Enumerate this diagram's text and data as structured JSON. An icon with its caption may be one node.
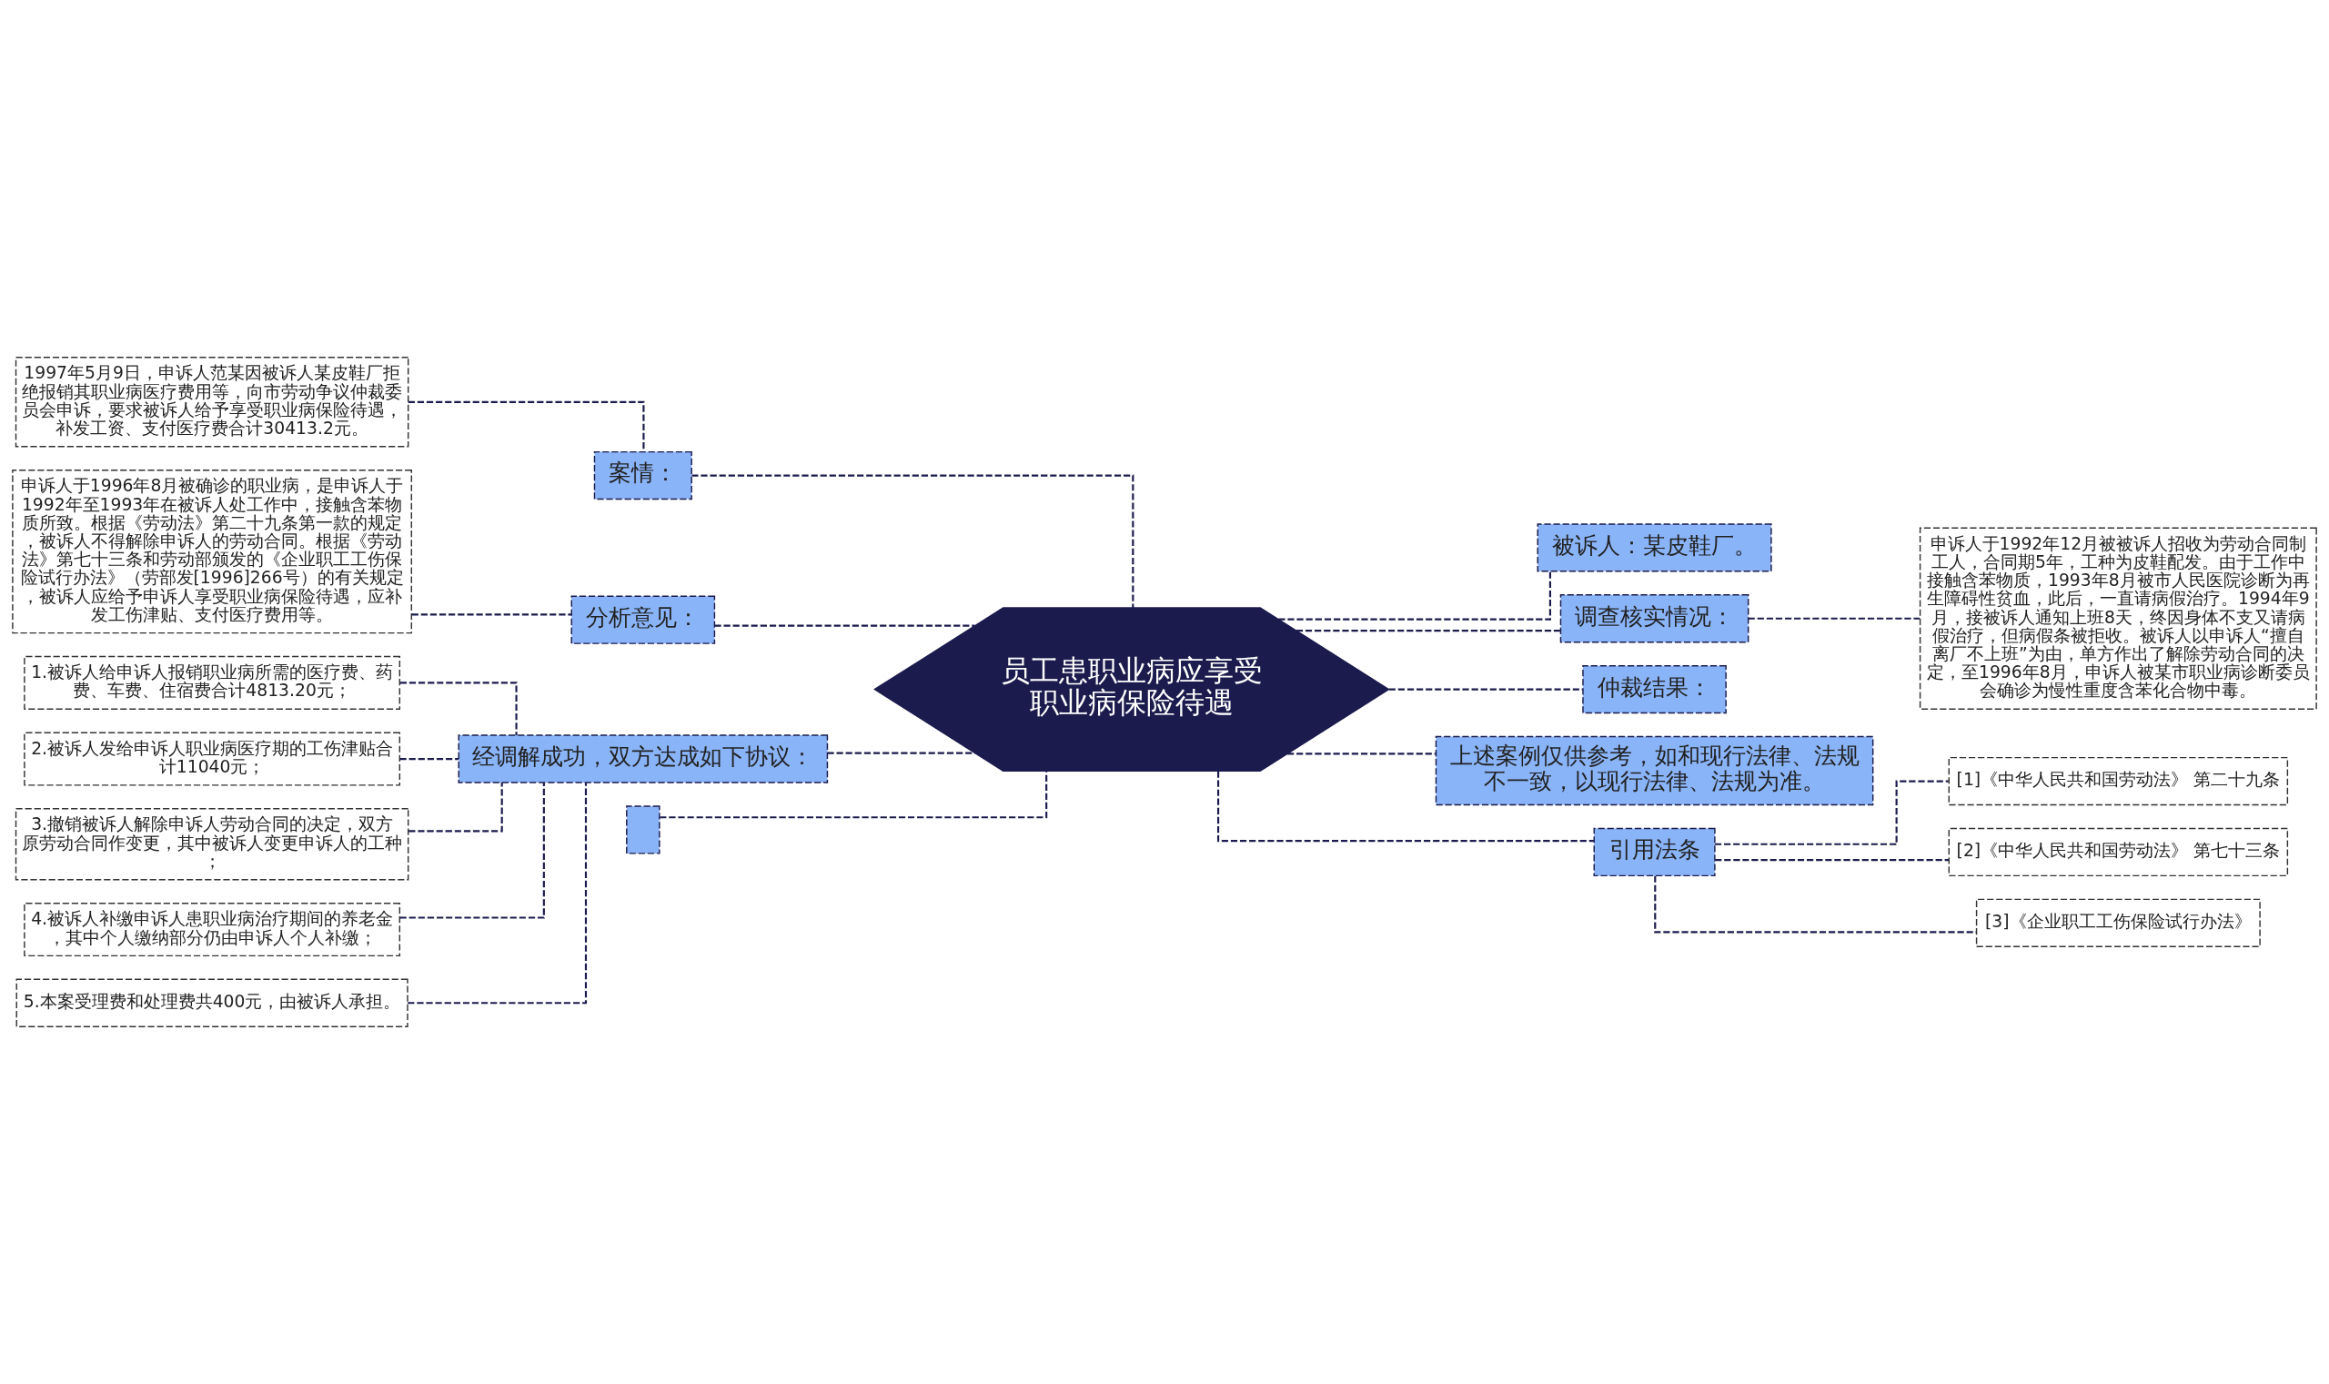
{
  "diagram": {
    "nodes": [
      {
        "text": [
          "员工患职业病应享受职业病保险待遇"
        ]
      },
      {
        "text": [
          "案情："
        ]
      },
      {
        "text": [
          "1997年5月9日，申诉人范某因被诉人某皮鞋厂拒绝报销其职业病医疗费用等，向市劳动争议仲裁委员会申诉，要求被诉人给予享受职业病保险待遇，补发工资、支付医疗费合计30413.2元。"
        ]
      },
      {
        "text": [
          "分析意见："
        ]
      },
      {
        "text": [
          "申诉人于1996年8月被确诊的职业病，是申诉人于1992年至1993年在被诉人处工作中，接触含苯物质所致。根据《劳动法》第二十九条第一款的规定，被诉人不得解除申诉人的劳动合同。根据《劳动法》第七十三条和劳动部颁发的《企业职工工伤保险试行办法》（劳部发[1996]266号）的有关规定，被诉人应给予申诉人享受职业病保险待遇，应补发工伤津贴、支付医疗费用等。"
        ]
      },
      {
        "text": [
          "经调解成功，双方达成如下协议："
        ]
      },
      {
        "text": [
          "1.被诉人给申诉人报销职业病所需的医疗费、药费、车费、住宿费合计4813.20元；"
        ]
      },
      {
        "text": [
          "2.被诉人发给申诉人职业病医疗期的工伤津贴合计11040元；"
        ]
      },
      {
        "text": [
          "3.撤销被诉人解除申诉人劳动合同的决定，双方原劳动合同作变更，其中被诉人变更申诉人的工种；"
        ]
      },
      {
        "text": [
          "4.被诉人补缴申诉人患职业病治疗期间的养老金，其中个人缴纳部分仍由申诉人个人补缴；"
        ]
      },
      {
        "text": [
          "5.本案受理费和处理费共400元，由被诉人承担。"
        ]
      },
      {
        "text": [],
        "shape": "box"
      },
      {
        "text": [
          "被诉人：某皮鞋厂。"
        ]
      },
      {
        "text": [
          "调查核实情况："
        ]
      },
      {
        "text": [
          "申诉人于1992年12月被被诉人招收为劳动合同制工人，合同期5年，工种为皮鞋配发。由于工作中接触含苯物质，1993年8月被市人民医院诊断为再生障碍性贫血，此后，一直请病假治疗。1994年9月，接被诉人通知上班8天，终因身体不支又请病假治疗，但病假条被拒收。被诉人以申诉人“擅自离厂不上班”为由，单方作出了解除劳动合同的决定，至1996年8月，申诉人被某市职业病诊断委员会确诊为慢性重度含苯化合物中毒。"
        ]
      },
      {
        "text": [
          "仲裁结果："
        ]
      },
      {
        "text": [
          "上述案例仅供参考，如和现行法律、法规不一致，以现行法律、法规为准。"
        ]
      },
      {
        "text": [
          "引用法条"
        ]
      },
      {
        "text": [
          "[1]《中华人民共和国劳动法》 第二十九条"
        ]
      },
      {
        "text": [
          "[2]《中华人民共和国劳动法》 第七十三条"
        ]
      },
      {
        "text": [
          "[3]《企业职工工伤保险试行办法》"
        ]
      }
    ],
    "edges": [
      {
        "from": 0,
        "to": 1,
        "arrow": "none",
        "style": "dashed"
      },
      {
        "from": 1,
        "to": 2,
        "arrow": "none",
        "style": "dashed"
      },
      {
        "from": 0,
        "to": 3,
        "arrow": "none",
        "style": "dashed"
      },
      {
        "from": 3,
        "to": 4,
        "arrow": "none",
        "style": "dashed"
      },
      {
        "from": 0,
        "to": 5,
        "arrow": "none",
        "style": "dashed"
      },
      {
        "from": 5,
        "to": 6,
        "arrow": "none",
        "style": "dashed"
      },
      {
        "from": 5,
        "to": 7,
        "arrow": "none",
        "style": "dashed"
      },
      {
        "from": 5,
        "to": 8,
        "arrow": "none",
        "style": "dashed"
      },
      {
        "from": 5,
        "to": 9,
        "arrow": "none",
        "style": "dashed"
      },
      {
        "from": 5,
        "to": 10,
        "arrow": "none",
        "style": "dashed"
      },
      {
        "from": 0,
        "to": 11,
        "arrow": "none",
        "style": "dashed"
      },
      {
        "from": 0,
        "to": 12,
        "arrow": "none",
        "style": "dashed"
      },
      {
        "from": 0,
        "to": 13,
        "arrow": "none",
        "style": "dashed"
      },
      {
        "from": 13,
        "to": 14,
        "arrow": "none",
        "style": "dashed"
      },
      {
        "from": 0,
        "to": 15,
        "arrow": "none",
        "style": "dashed"
      },
      {
        "from": 0,
        "to": 16,
        "arrow": "none",
        "style": "dashed"
      },
      {
        "from": 0,
        "to": 17,
        "arrow": "none",
        "style": "dashed"
      },
      {
        "from": 17,
        "to": 18,
        "arrow": "none",
        "style": "dashed"
      },
      {
        "from": 17,
        "to": 19,
        "arrow": "none",
        "style": "dashed"
      },
      {
        "from": 17,
        "to": 20,
        "arrow": "none",
        "style": "dashed"
      }
    ]
  }
}
